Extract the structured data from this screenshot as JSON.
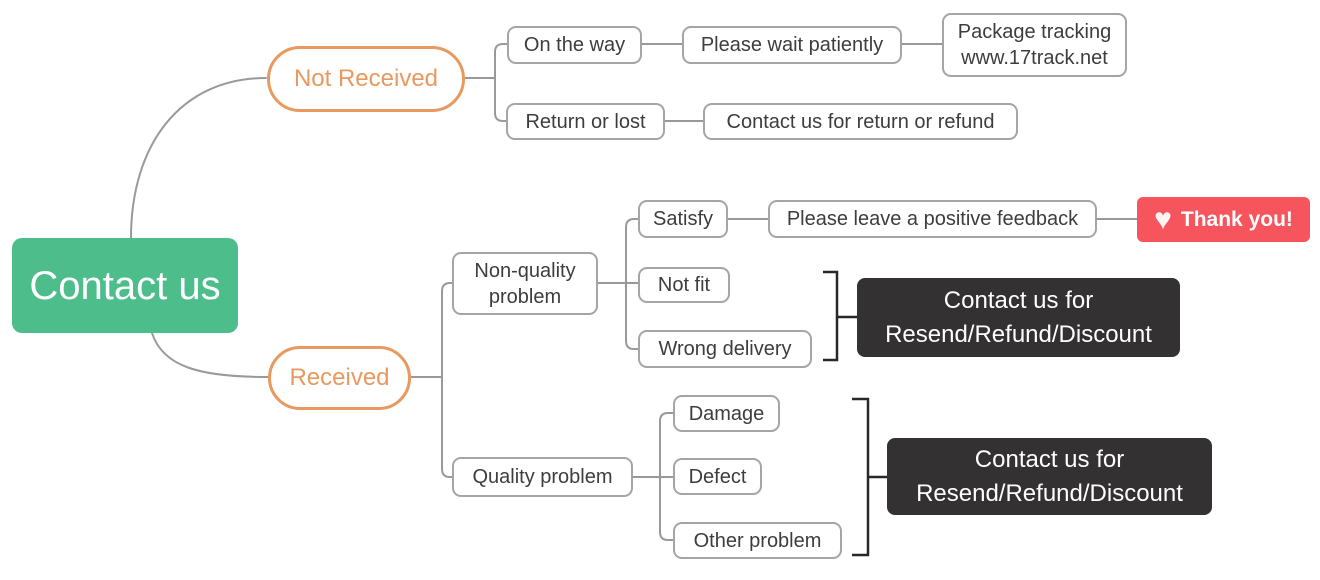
{
  "diagram_title": "Contact us customer-service flow",
  "colors": {
    "root_bg": "#4dbd8b",
    "branch_accent": "#e8995f",
    "highlight_bg": "#f6555e",
    "dark_bg": "#343132",
    "node_border": "#a5a5a5",
    "node_text": "#3d3d3d",
    "connector": "#999999",
    "bracket": "#2a2728"
  },
  "icons": {
    "heart": "♥"
  },
  "nodes": {
    "root": "Contact us",
    "not_received": "Not Received",
    "on_the_way": "On the way",
    "please_wait": "Please wait patiently",
    "package_tracking": "Package tracking www.17track.net",
    "return_or_lost": "Return or lost",
    "contact_return_refund": "Contact us for return or refund",
    "received": "Received",
    "non_quality": "Non-quality problem",
    "satisfy": "Satisfy",
    "positive_feedback": "Please leave a positive feedback",
    "thank_you": "Thank you!",
    "not_fit": "Not fit",
    "wrong_delivery": "Wrong delivery",
    "resend_offer": "Contact us for Resend/Refund/Discount",
    "quality": "Quality problem",
    "damage": "Damage",
    "defect": "Defect",
    "other_problem": "Other problem"
  }
}
